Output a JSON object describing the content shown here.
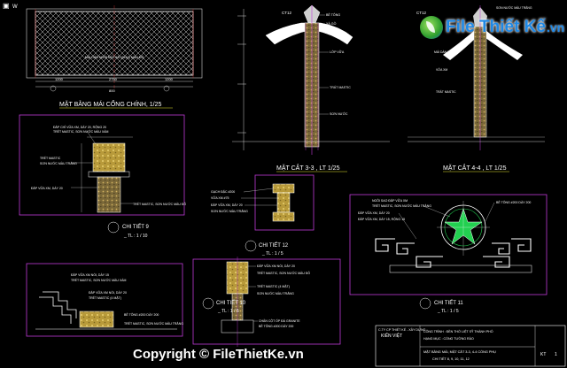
{
  "window": {
    "title": "W",
    "icons": [
      {
        "name": "app-menu-icon",
        "glyph": "▣"
      }
    ]
  },
  "watermark": {
    "brand": "File Thiết Kế",
    "domain": ".vn",
    "copyright": "Copyright © FileThietKe.vn"
  },
  "views": {
    "roof_plan": {
      "title": "MẶT BẰNG MÁI CỔNG CHÍNH, 1/25",
      "note": "MÁI DÁN NGÓI MŨI HÀI (3x10) MÀU ĐỎ",
      "dims": [
        "1200",
        "2750",
        "1200",
        "800"
      ]
    },
    "section_33": {
      "title": "MẶT CẮT 3-3 , LT 1/25",
      "level": "CT12",
      "notes": [
        "BÊ TÔNG",
        "XÀ GỒ",
        "LỚP VỮA",
        "TRÁT MASTIC",
        "SƠN NƯỚC"
      ]
    },
    "section_44": {
      "title": "MẶT CẮT 4-4 , LT 1/25",
      "level": "CT12",
      "notes": [
        "SƠN NƯỚC MÀU TRẮNG",
        "MÁI DÁN NGÓI",
        "VỮA XM",
        "TRÁT MASTIC"
      ]
    },
    "detail_9": {
      "title": "CHI TIẾT 9",
      "scale": "_ TL : 1 / 10",
      "notes": [
        "ĐẮP CHỈ VỮA XM, DÀY 20, RỘNG 20",
        "TRÉT MASTIC, SƠN NƯỚC MÀU XÁM",
        "TRÉT MASTIC",
        "SƠN NƯỚC MÀU TRẮNG",
        "ĐẮP VỮA XM, DÀY 20",
        "TRÉT MASTIC, SƠN NƯỚC MÀU ĐỎ"
      ]
    },
    "detail_12": {
      "title": "CHI TIẾT 12",
      "scale": "_ TL : 1 / 5",
      "notes": [
        "GẠCH ĐẶC #200",
        "VỮA XM #75",
        "ĐẮP VỮA XM, DÀY 20",
        "SƠN NƯỚC MÀU TRẮNG"
      ]
    },
    "detail_11": {
      "title": "CHI TIẾT 11",
      "scale": "_ TL : 1 / 5",
      "notes": [
        "NGÔI SAO ĐẮP VỮA XM",
        "TRÉT MASTIC, SƠN NƯỚC MÀU TRẮNG",
        "ĐẮP VỮA XM, DÀY 20",
        "ĐẮP VỮA XM, DÀY 15, RỘNG 15",
        "BÊ TÔNG #200 DÀY 200"
      ]
    },
    "detail_10": {
      "title": "CHI TIẾT 10",
      "scale": "_ TL : 1 / 5",
      "notes": [
        "ĐẮP VỮA XM NỔI, DÀY 20",
        "TRÉT MASTIC, SƠN NƯỚC MÀU ĐỎ",
        "TRÉT MASTIC (4 MẶT)",
        "SƠN NƯỚC MÀU TRẮNG",
        "CHÂN CỘT ỐP ĐÁ GRANITE",
        "BÊ TÔNG #200 DÀY 200"
      ]
    },
    "left_detail": {
      "notes": [
        "ĐẮP VỮA XM NỔI, DÀY 15",
        "TRÉT MASTIC, SƠN NƯỚC MÀU XÁM",
        "ĐẮP VỮA XM NỔI, DÀY 20",
        "TRÉT MASTIC (4 MẶT)",
        "BÊ TÔNG #200 DÀY 200",
        "TRÉT MASTIC, SƠN NƯỚC MÀU TRẮNG"
      ]
    }
  },
  "title_block": {
    "company": "C.TY CP THIẾT KẾ - XÂY DỰNG",
    "company_name": "KIẾN VIỆT",
    "project": "CÔNG TRÌNH : ĐỀN THỜ LIỆT SỸ THÀNH PHỐ",
    "item": "HẠNG MỤC : CỔNG TƯỜNG RÀO",
    "drawing": "MẶT BẰNG MÁI, MẶT CẮT 3-3, 4-4 CỔNG PHỤ",
    "details": "CHI TIẾT 8, 9, 10, 11, 12",
    "sheet": "KT",
    "sheet_no": "1"
  },
  "colors": {
    "background": "#000000",
    "frame": "#c03ad8",
    "line": "#ffffff",
    "yellow": "#e8e830",
    "green": "#22d050",
    "cyan": "#30c8e0",
    "red": "#e03030",
    "brand_blue": "#1e88e5"
  }
}
